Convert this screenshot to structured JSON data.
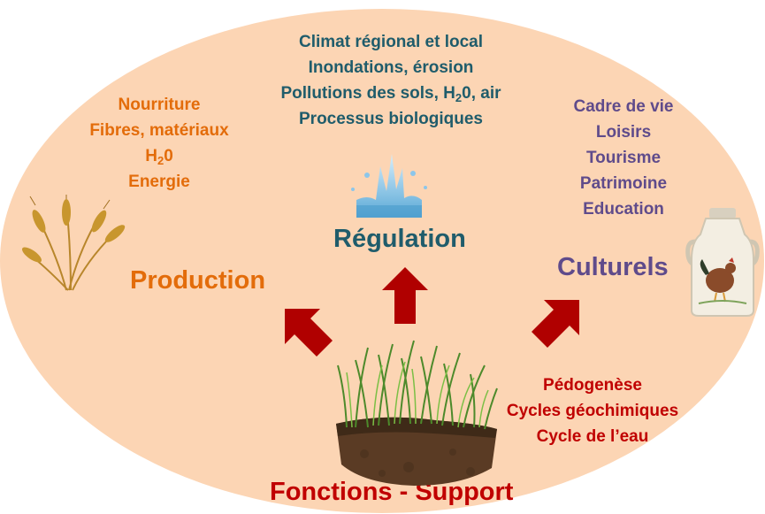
{
  "production": {
    "title": "Production",
    "items": [
      "Nourriture",
      "Fibres, matériaux",
      "H",
      "0",
      "Energie"
    ],
    "h2o_sub": "2"
  },
  "regulation": {
    "title": "Régulation",
    "items": [
      "Climat régional et local",
      "Inondations, érosion",
      "Pollutions des sols, H",
      "0, air",
      "Processus biologiques"
    ],
    "h2o_sub": "2"
  },
  "culturels": {
    "title": "Culturels",
    "items": [
      "Cadre de vie",
      "Loisirs",
      "Tourisme",
      "Patrimoine",
      "Education"
    ]
  },
  "support": {
    "title": "Fonctions - Support",
    "items": [
      "Pédogenèse",
      "Cycles géochimiques",
      "Cycle de l’eau"
    ]
  },
  "icons": [
    "wheat-icon",
    "water-splash-icon",
    "milk-jug-icon",
    "grass-soil-icon",
    "arrow-up-left-icon",
    "arrow-up-icon",
    "arrow-up-right-icon"
  ],
  "colors": {
    "background_ellipse": "#fcd5b4",
    "production": "#e36c0a",
    "regulation": "#1f5c6b",
    "culturels": "#5f4b8b",
    "support": "#c00000",
    "arrows": "#b00000"
  }
}
